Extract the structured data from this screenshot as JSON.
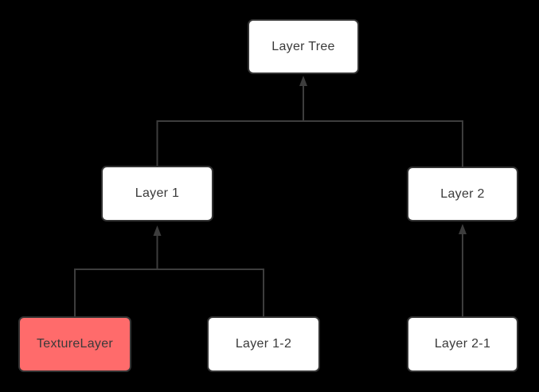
{
  "nodes": [
    {
      "id": "layer-tree",
      "label": "Layer Tree",
      "highlighted": false
    },
    {
      "id": "layer-1",
      "label": "Layer 1",
      "highlighted": false
    },
    {
      "id": "layer-2",
      "label": "Layer 2",
      "highlighted": false
    },
    {
      "id": "texture-layer",
      "label": "TextureLayer",
      "highlighted": true
    },
    {
      "id": "layer-1-2",
      "label": "Layer 1-2",
      "highlighted": false
    },
    {
      "id": "layer-2-1",
      "label": "Layer 2-1",
      "highlighted": false
    }
  ],
  "edges": [
    {
      "from": "Layer 1",
      "to": "Layer Tree",
      "arrow_at": "Layer Tree"
    },
    {
      "from": "Layer 2",
      "to": "Layer Tree",
      "arrow_at": "Layer Tree"
    },
    {
      "from": "TextureLayer",
      "to": "Layer 1",
      "arrow_at": "Layer 1"
    },
    {
      "from": "Layer 1-2",
      "to": "Layer 1",
      "arrow_at": "Layer 1"
    },
    {
      "from": "Layer 2-1",
      "to": "Layer 2",
      "arrow_at": "Layer 2"
    }
  ],
  "colors": {
    "background": "#000000",
    "node_fill": "#ffffff",
    "node_border": "#333333",
    "highlight_fill": "#ff6b6b",
    "connector": "#3d3d3d",
    "text": "#3a3a3a"
  }
}
